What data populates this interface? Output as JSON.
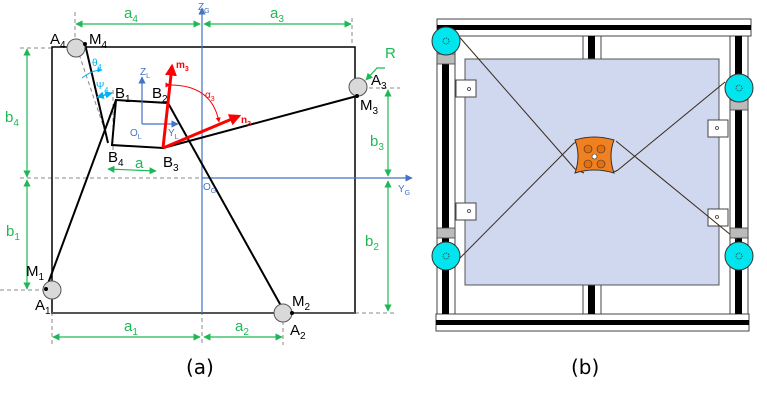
{
  "panel_a": {
    "caption": "(a)",
    "anchors": [
      {
        "name": "A",
        "sub": "1"
      },
      {
        "name": "A",
        "sub": "2"
      },
      {
        "name": "A",
        "sub": "3"
      },
      {
        "name": "A",
        "sub": "4"
      }
    ],
    "motors": [
      {
        "name": "M",
        "sub": "1"
      },
      {
        "name": "M",
        "sub": "2"
      },
      {
        "name": "M",
        "sub": "3"
      },
      {
        "name": "M",
        "sub": "4"
      }
    ],
    "platform_points": [
      {
        "name": "B",
        "sub": "1"
      },
      {
        "name": "B",
        "sub": "2"
      },
      {
        "name": "B",
        "sub": "3"
      },
      {
        "name": "B",
        "sub": "4"
      }
    ],
    "dimensions": {
      "a1": {
        "name": "a",
        "sub": "1"
      },
      "a2": {
        "name": "a",
        "sub": "2"
      },
      "a3": {
        "name": "a",
        "sub": "3"
      },
      "a4": {
        "name": "a",
        "sub": "4"
      },
      "b1": {
        "name": "b",
        "sub": "1"
      },
      "b2": {
        "name": "b",
        "sub": "2"
      },
      "b3": {
        "name": "b",
        "sub": "3"
      },
      "b4": {
        "name": "b",
        "sub": "4"
      },
      "a": "a",
      "R": "R"
    },
    "global_frame": {
      "z": {
        "name": "Z",
        "sub": "G"
      },
      "y": {
        "name": "Y",
        "sub": "G"
      },
      "o": {
        "name": "O",
        "sub": "G"
      }
    },
    "local_frame": {
      "z": {
        "name": "Z",
        "sub": "L"
      },
      "y": {
        "name": "Y",
        "sub": "L"
      },
      "o": {
        "name": "O",
        "sub": "L"
      }
    },
    "vectors": {
      "m3": {
        "name": "m",
        "sub": "3"
      },
      "n3": {
        "name": "n",
        "sub": "3"
      },
      "alpha3": {
        "name": "α",
        "sub": "3"
      }
    },
    "angles": {
      "theta4": {
        "name": "θ",
        "sub": "4"
      },
      "psi4": {
        "name": "Ψ",
        "sub": "4"
      }
    },
    "colors": {
      "dimension": "#1db954",
      "frame": "#4472c4",
      "vector": "#ff0000",
      "angle": "#00b0f0",
      "cable": "#000000",
      "pulley": "#d9d9d9"
    }
  },
  "panel_b": {
    "caption": "(b)",
    "colors": {
      "pulley": "#00e5ee",
      "panel": "#d0d8f0",
      "platform": "#f08020",
      "frame": "#000000"
    }
  }
}
